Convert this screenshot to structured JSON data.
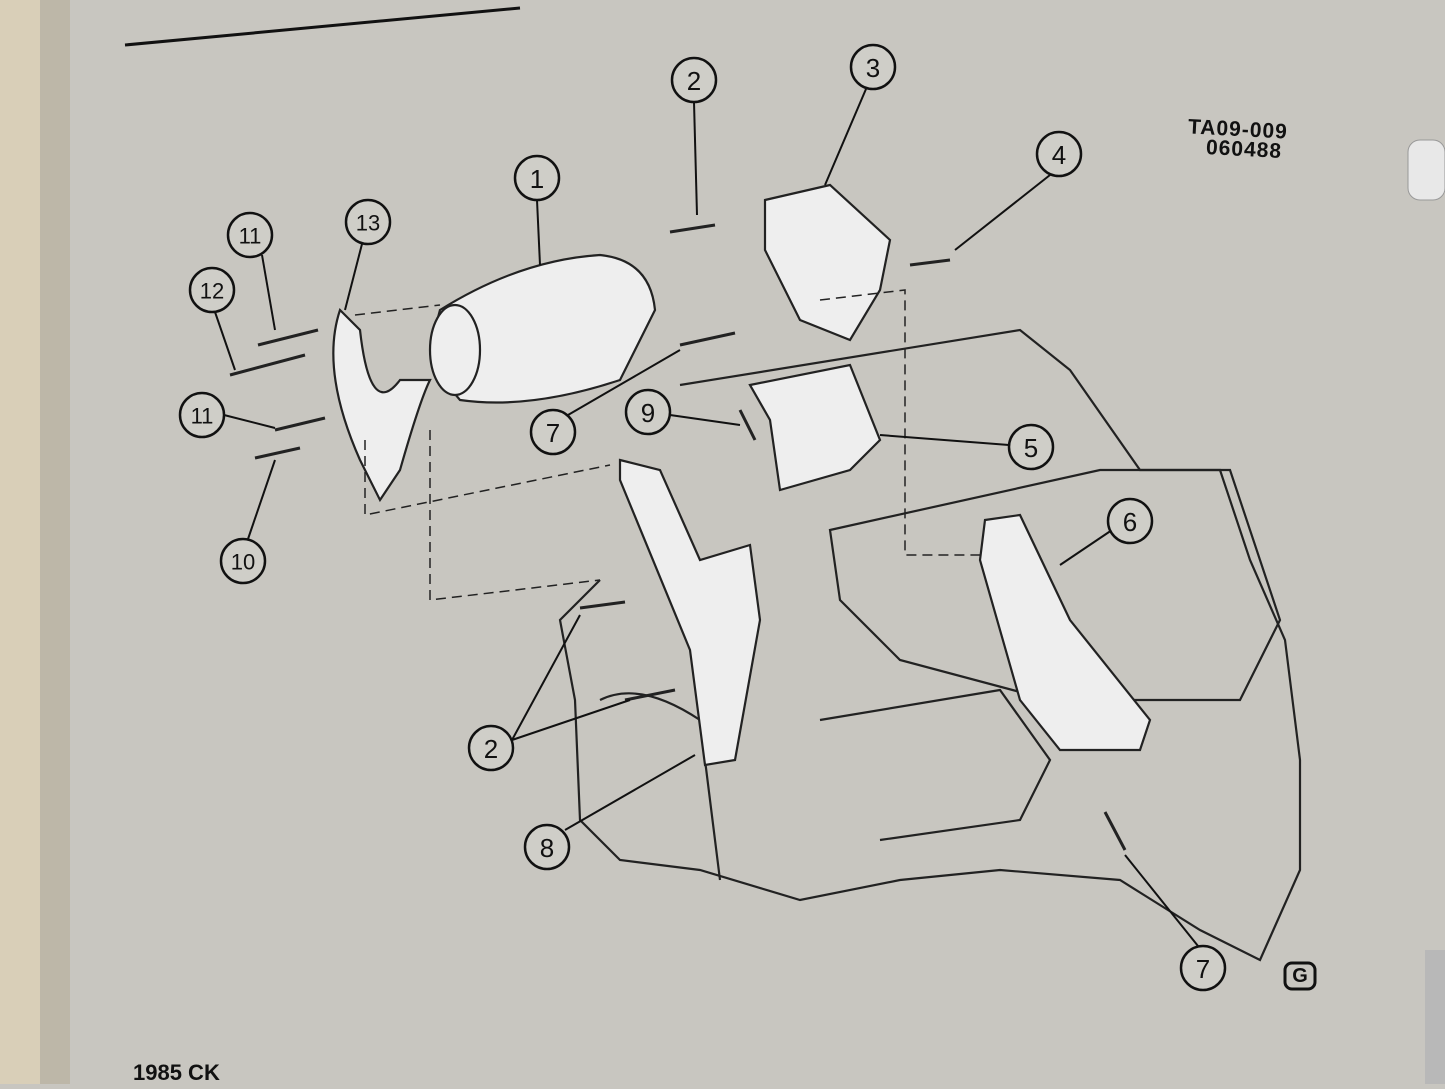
{
  "figure_code": "TA09-009",
  "figure_date": "060488",
  "footer_text": "1985 CK",
  "logo_letter": "G",
  "callouts": [
    "1",
    "2",
    "3",
    "4",
    "11",
    "13",
    "12",
    "11",
    "7",
    "9",
    "5",
    "6",
    "10",
    "2",
    "8",
    "7"
  ]
}
